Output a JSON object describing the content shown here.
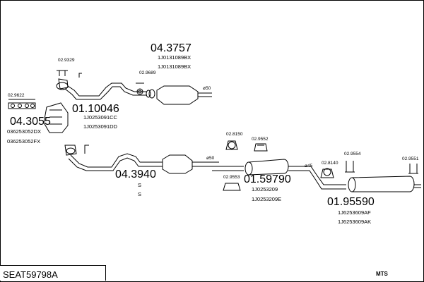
{
  "diagram": {
    "title": "SEAT59798A",
    "logo_text": "MTS",
    "parts": [
      {
        "id": "p1",
        "number": "04.3757",
        "refs": [
          "1J0131089BX",
          "1J0131089BX"
        ]
      },
      {
        "id": "p2",
        "number": "01.10046",
        "refs": [
          "1J0253091CC",
          "1J0253091DD"
        ]
      },
      {
        "id": "p3",
        "number": "04.3055",
        "refs": [
          "036253052DX",
          "036253052FX"
        ]
      },
      {
        "id": "p4",
        "number": "04.3940",
        "refs": [
          "S",
          "S"
        ]
      },
      {
        "id": "p5",
        "number": "01.59790",
        "refs": [
          "1J0253209",
          "1J0253209E"
        ]
      },
      {
        "id": "p6",
        "number": "01.95590",
        "refs": [
          "1J6253609AF",
          "1J6253609AK"
        ]
      }
    ],
    "accessories": [
      "02.9329",
      "02.9689",
      "02.9622",
      "02.8150",
      "02.9552",
      "02.9553",
      "02.8140",
      "02.9554",
      "02.9551"
    ],
    "diameters": [
      "ø50",
      "ø50",
      "ø45"
    ]
  }
}
